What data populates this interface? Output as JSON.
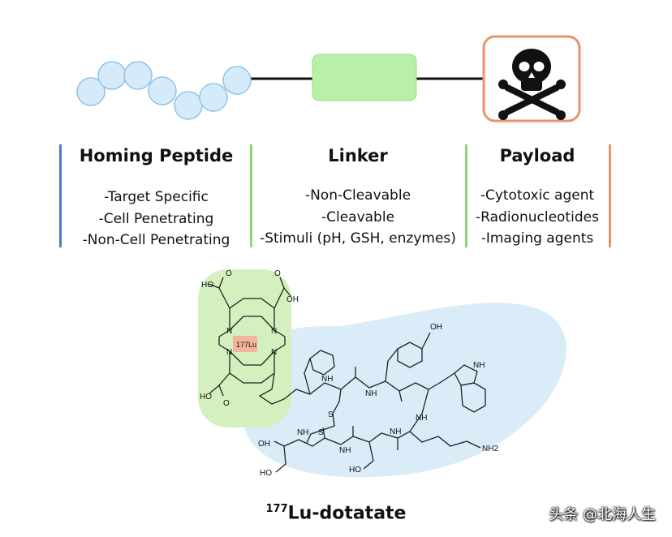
{
  "top_graphic": {
    "peptide_color": "#d6ebfa",
    "peptide_stroke": "#8fc3e8",
    "linker_color": "#b9f0a8",
    "payload_border": "#e8946a"
  },
  "columns": [
    {
      "title": "Homing Peptide",
      "items": [
        "-Target Specific",
        "-Cell Penetrating",
        "-Non-Cell Penetrating"
      ],
      "bar_color": "#4a7cc7"
    },
    {
      "title": "Linker",
      "items": [
        "-Non-Cleavable",
        "-Cleavable",
        "-Stimuli (pH, GSH, enzymes)"
      ],
      "bar_color": "#8fd57a"
    },
    {
      "title": "Payload",
      "items": [
        "-Cytotoxic agent",
        "-Radionucleotides",
        "-Imaging agents"
      ],
      "bar_color": "#e8946a"
    }
  ],
  "structure": {
    "labels": {
      "ho_top_left": "HO",
      "o_top_left": "O",
      "o_top_right": "O",
      "oh_top_right": "OH",
      "metal": "177Lu",
      "ho_bottom_left": "HO",
      "o_bottom_left": "O",
      "n": "N",
      "nh": "NH",
      "s": "S",
      "oh_phenol": "OH",
      "nh_indole": "NH",
      "nh2": "NH2",
      "ho_thr": "HO",
      "oh_acid": "OH"
    },
    "chelator_bg": "#d4f0bf",
    "peptide_bg": "#d9ecf7",
    "metal_bg": "#f2b49a"
  },
  "caption": {
    "sup": "177",
    "main": "Lu-dotatate"
  },
  "watermark": "头条 @北海人生"
}
